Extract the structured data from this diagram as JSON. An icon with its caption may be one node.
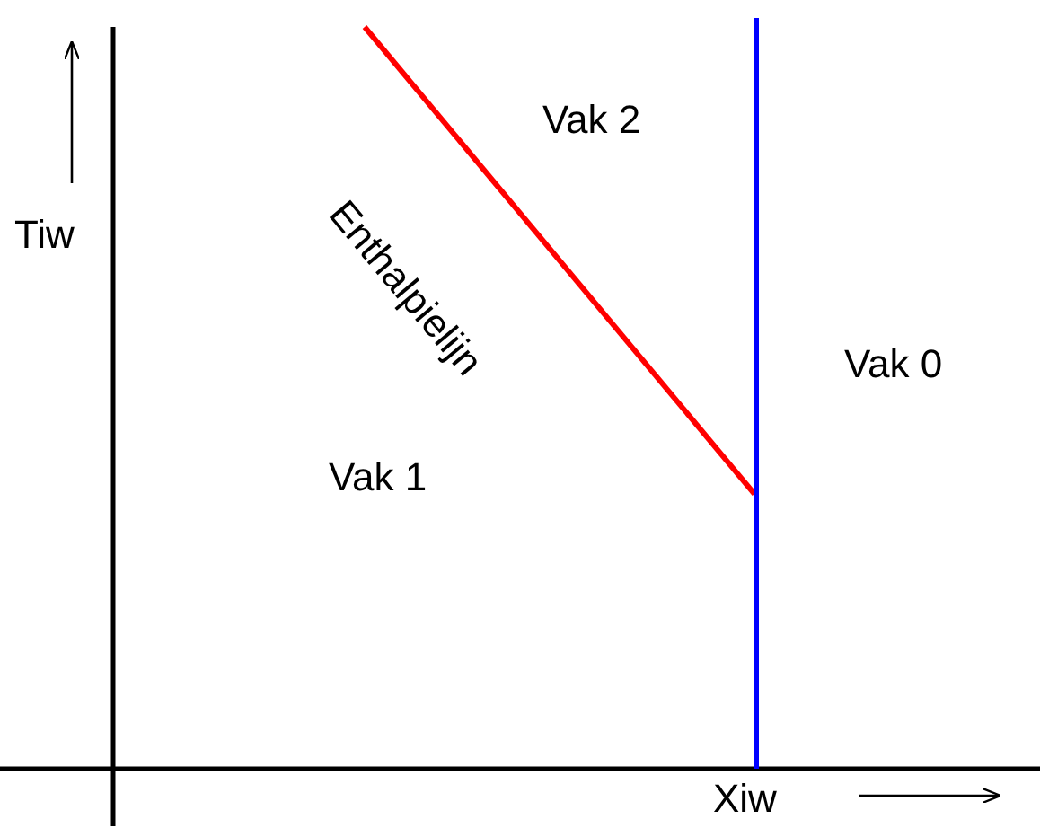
{
  "diagram": {
    "labels": [
      "Vak 2",
      "Enthalpielijn",
      "Tiw",
      "Vak 0",
      "Vak 1",
      "Xiw"
    ]
  }
}
